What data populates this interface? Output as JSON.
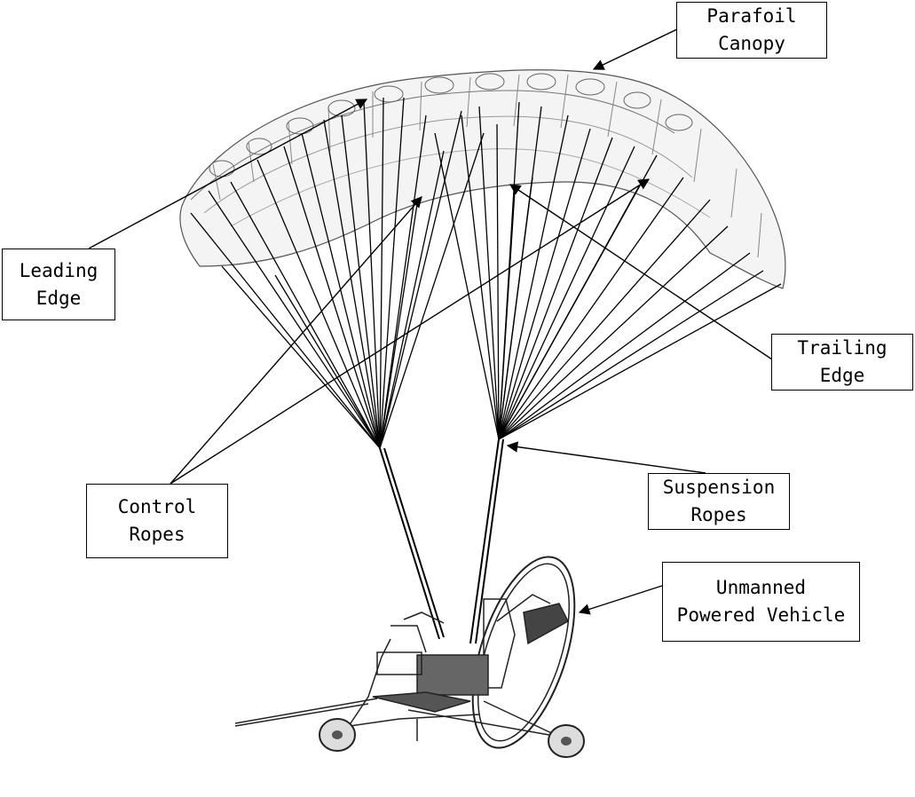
{
  "labels": {
    "parafoil_canopy": [
      "Parafoil",
      "Canopy"
    ],
    "leading_edge": [
      "Leading",
      "Edge"
    ],
    "trailing_edge": [
      "Trailing",
      "Edge"
    ],
    "control_ropes": [
      "Control",
      "Ropes"
    ],
    "suspension_ropes": [
      "Suspension",
      "Ropes"
    ],
    "unmanned_powered_vehicle": [
      "Unmanned",
      "Powered Vehicle"
    ]
  },
  "colors": {
    "line": "#000000",
    "canopy_fill": "#f4f4f4",
    "canopy_stroke": "#555555",
    "background": "#ffffff"
  }
}
